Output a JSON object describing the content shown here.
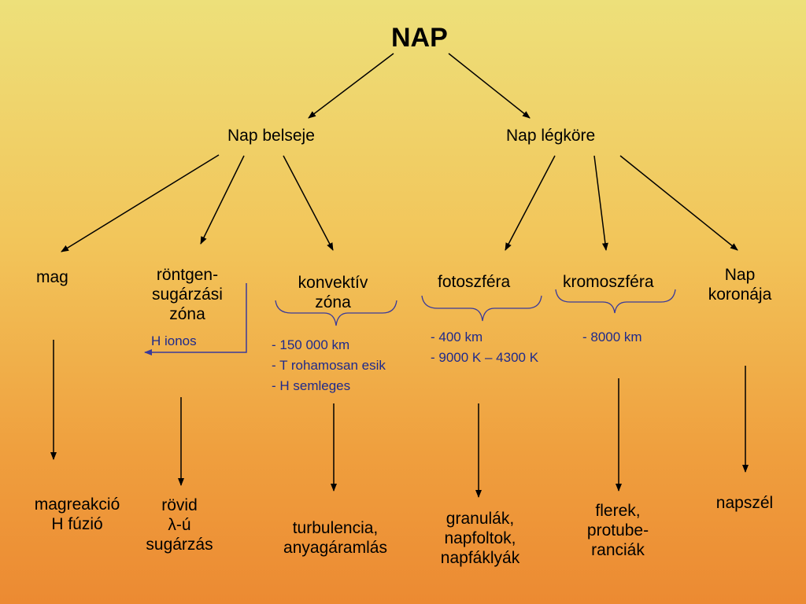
{
  "title": "NAP",
  "branches": {
    "interior": "Nap belseje",
    "atmosphere": "Nap légköre"
  },
  "layers": {
    "mag": "mag",
    "rontgen": [
      "röntgen-",
      "sugárzási",
      "zóna"
    ],
    "konvektiv": [
      "konvektív",
      "zóna"
    ],
    "fotoszfera": "fotoszféra",
    "kromoszfera": "kromoszféra",
    "korona": [
      "Nap",
      "koronája"
    ]
  },
  "notes": {
    "h_ionos": "H ionos",
    "konvektiv": [
      "- 150 000 km",
      "- T rohamosan esik",
      "- H semleges"
    ],
    "fotoszfera": [
      "- 400 km",
      "- 9000 K – 4300 K"
    ],
    "kromoszfera": [
      "- 8000 km"
    ]
  },
  "results": {
    "mag": [
      "magreakció",
      "H fúzió"
    ],
    "rontgen": [
      "rövid",
      "λ-ú",
      "sugárzás"
    ],
    "konvektiv": [
      "turbulencia,",
      "anyagáramlás"
    ],
    "fotoszfera": [
      "granulák,",
      "napfoltok,",
      "napfáklyák"
    ],
    "kromoszfera": [
      "flerek,",
      "protube-",
      "ranciák"
    ],
    "korona": [
      "napszél"
    ]
  },
  "colors": {
    "note_text": "#1e2a8c",
    "bracket": "#3a3a9a",
    "arrow": "#000000"
  }
}
